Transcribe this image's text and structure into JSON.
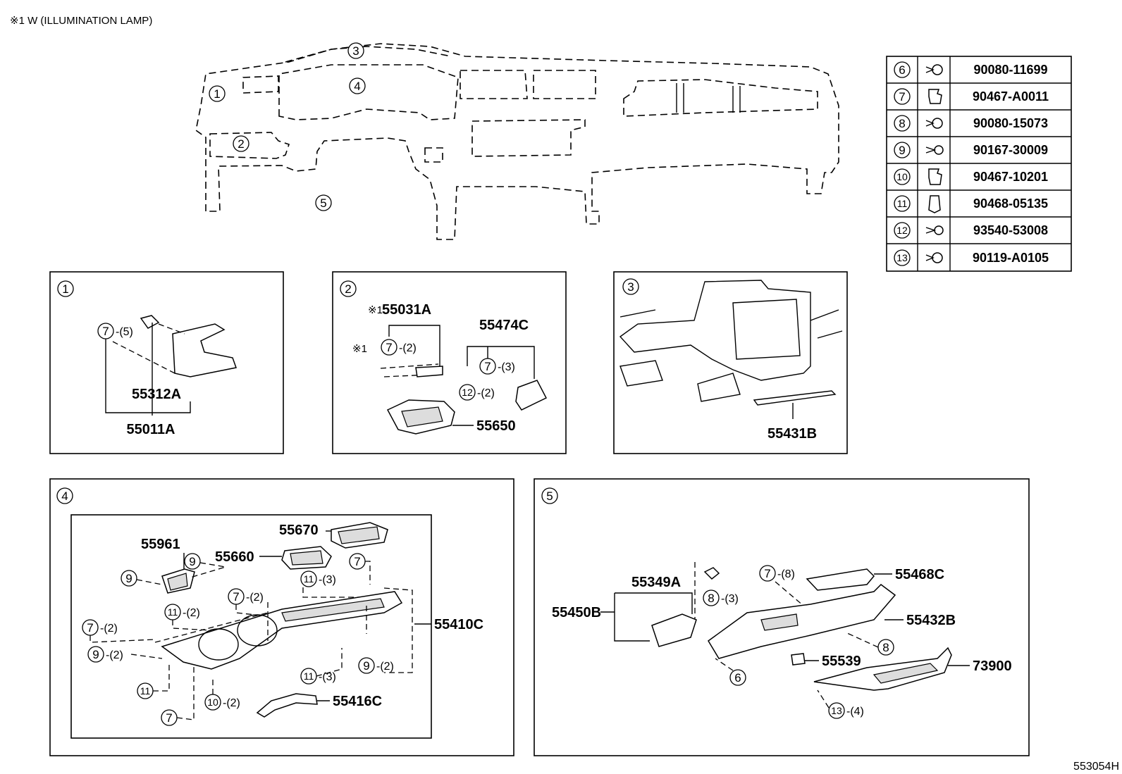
{
  "header_note": "※1  W (ILLUMINATION  LAMP)",
  "overview_callouts": [
    "1",
    "2",
    "3",
    "4",
    "5"
  ],
  "fastener_table": [
    {
      "callout": "6",
      "icon": "bolt-icon",
      "part_no": "90080-11699"
    },
    {
      "callout": "7",
      "icon": "clip-icon",
      "part_no": "90467-A0011"
    },
    {
      "callout": "8",
      "icon": "bolt-icon",
      "part_no": "90080-15073"
    },
    {
      "callout": "9",
      "icon": "screw-icon",
      "part_no": "90167-30009"
    },
    {
      "callout": "10",
      "icon": "clip-icon",
      "part_no": "90467-10201"
    },
    {
      "callout": "11",
      "icon": "clip-icon",
      "part_no": "90468-05135"
    },
    {
      "callout": "12",
      "icon": "screw-icon",
      "part_no": "93540-53008"
    },
    {
      "callout": "13",
      "icon": "bolt-icon",
      "part_no": "90119-A0105"
    }
  ],
  "panel1": {
    "callout": "1",
    "parts": [
      "55312A",
      "55011A"
    ],
    "refs": [
      {
        "c": "7",
        "q": "-(5)"
      }
    ]
  },
  "panel2": {
    "callout": "2",
    "parts": [
      "55031A",
      "55474C",
      "55650"
    ],
    "mark": "※1",
    "refs": [
      {
        "c": "7",
        "q": "-(2)"
      },
      {
        "c": "7",
        "q": "-(3)"
      },
      {
        "c": "12",
        "q": "-(2)"
      }
    ]
  },
  "panel3": {
    "callout": "3",
    "parts": [
      "55431B"
    ]
  },
  "panel4": {
    "callout": "4",
    "parts": [
      "55670",
      "55961",
      "55660",
      "55410C",
      "55416C"
    ],
    "refs": [
      {
        "c": "9",
        "q": ""
      },
      {
        "c": "9",
        "q": ""
      },
      {
        "c": "7",
        "q": ""
      },
      {
        "c": "11",
        "q": "-(3)"
      },
      {
        "c": "7",
        "q": "-(2)"
      },
      {
        "c": "11",
        "q": "-(2)"
      },
      {
        "c": "7",
        "q": "-(2)"
      },
      {
        "c": "9",
        "q": "-(2)"
      },
      {
        "c": "9",
        "q": "-(2)"
      },
      {
        "c": "11",
        "q": "-(3)"
      },
      {
        "c": "11",
        "q": ""
      },
      {
        "c": "10",
        "q": "-(2)"
      },
      {
        "c": "7",
        "q": ""
      }
    ]
  },
  "panel5": {
    "callout": "5",
    "parts": [
      "55349A",
      "55450B",
      "55468C",
      "55432B",
      "55539",
      "73900"
    ],
    "refs": [
      {
        "c": "7",
        "q": "-(8)"
      },
      {
        "c": "8",
        "q": "-(3)"
      },
      {
        "c": "8",
        "q": ""
      },
      {
        "c": "6",
        "q": ""
      },
      {
        "c": "13",
        "q": "-(4)"
      }
    ]
  },
  "drawing_id": "553054H"
}
